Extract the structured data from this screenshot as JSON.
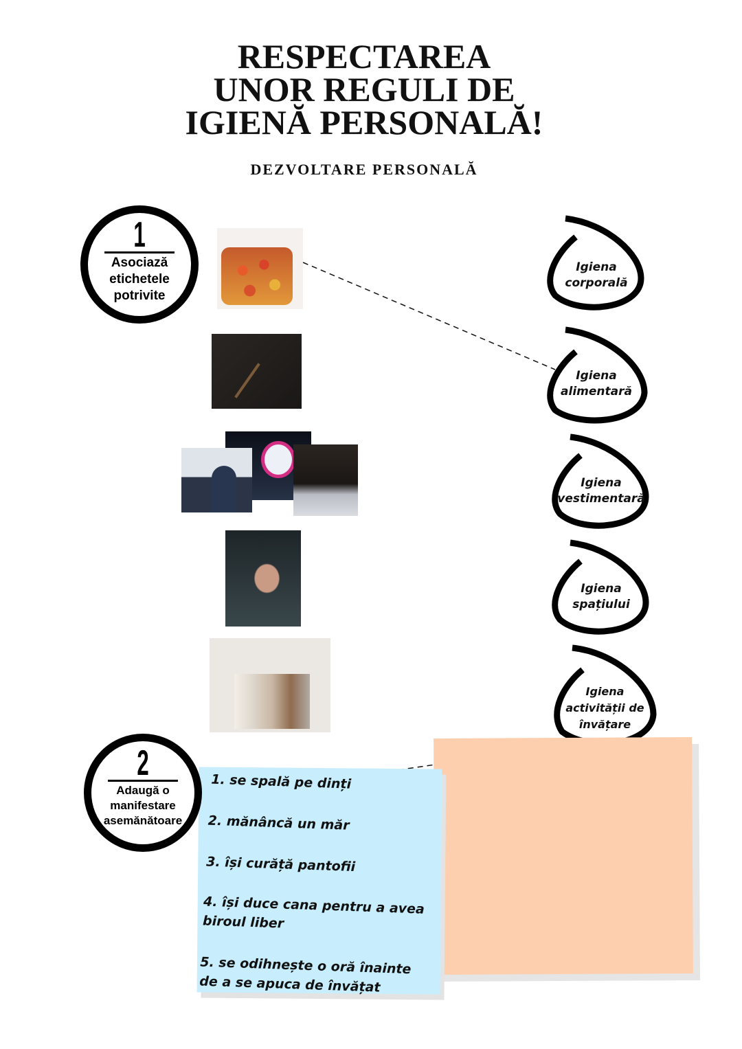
{
  "title_lines": [
    "RESPECTAREA",
    "UNOR REGULI DE",
    "IGIENĂ PERSONALĂ!"
  ],
  "subtitle": "DEZVOLTARE  PERSONALĂ",
  "step1": {
    "number": "1",
    "text_lines": [
      "Asociază",
      "etichetele",
      "potrivite"
    ]
  },
  "step2": {
    "number": "2",
    "text_lines": [
      "Adaugă o",
      "manifestare",
      "asemănătoare"
    ]
  },
  "labels": [
    {
      "lines": [
        "Igiena",
        "corporală"
      ]
    },
    {
      "lines": [
        "Igiena",
        "alimentară"
      ]
    },
    {
      "lines": [
        "Igiena",
        "vestimentară"
      ]
    },
    {
      "lines": [
        "Igiena",
        "spațiului"
      ]
    },
    {
      "lines": [
        "Igiena",
        "activității de",
        "învățare"
      ]
    }
  ],
  "images": [
    "apples-in-sink",
    "broom-on-floor",
    "classroom",
    "alarm-clock",
    "bed",
    "washing-hands",
    "clothes-rack"
  ],
  "items": [
    "1. se spală pe dinți",
    "2. mănâncă un măr",
    "3. își curăță pantofii",
    "4. își duce cana pentru a avea biroul liber",
    "5. se odihnește o oră înainte de a se apuca de învățat"
  ],
  "colors": {
    "note_blue": "#c8eefd",
    "note_orange": "#fecfae"
  }
}
